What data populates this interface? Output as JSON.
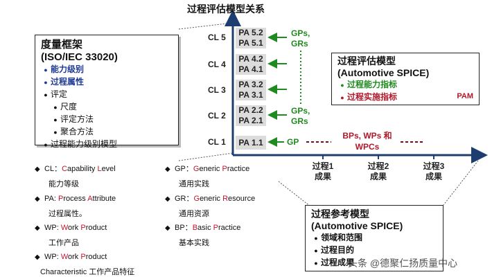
{
  "diagram_title": "过程评估模型关系",
  "framework_box": {
    "title_line1": "度量框架",
    "title_line2": "(ISO/IEC 33020)",
    "items": [
      "能力级别",
      "过程属性",
      "评定",
      "过程能力级别模型"
    ],
    "sub_items": [
      "尺度",
      "评定方法",
      "聚合方法"
    ]
  },
  "levels": [
    {
      "cl": "CL 5",
      "pa": [
        "PA 5.2",
        "PA 5.1"
      ]
    },
    {
      "cl": "CL 4",
      "pa": [
        "PA 4.2",
        "PA 4.1"
      ]
    },
    {
      "cl": "CL 3",
      "pa": [
        "PA 3.2",
        "PA 3.1"
      ]
    },
    {
      "cl": "CL 2",
      "pa": [
        "PA 2.2",
        "PA 2.1"
      ]
    },
    {
      "cl": "CL 1",
      "pa": [
        "PA 1.1"
      ]
    }
  ],
  "arrow_labels": {
    "top": [
      "GPs,",
      "GRs"
    ],
    "mid": [
      "GPs,",
      "GRs"
    ],
    "cl1": "GP"
  },
  "assessment_box": {
    "title_line1": "过程评估模型",
    "title_line2": "(Automotive SPICE)",
    "items": [
      "过程能力指标",
      "过程实施指标"
    ],
    "tag": "PAM"
  },
  "bp_label": [
    "BPs, WPs 和",
    "WPCs"
  ],
  "x_labels": [
    {
      "line1": "过程1",
      "line2": "成果"
    },
    {
      "line1": "过程2",
      "line2": "成果"
    },
    {
      "line1": "过程3",
      "line2": "成果"
    }
  ],
  "reference_box": {
    "title_line1": "过程参考模型",
    "title_line2": "(Automotive SPICE)",
    "items": [
      "领域和范围",
      "过程目的",
      "过程成果"
    ]
  },
  "legend_left": [
    {
      "prefix": "CL：",
      "r1": "C",
      "t1": "apability ",
      "r2": "L",
      "t2": "evel",
      "cn": "能力等级"
    },
    {
      "prefix": "PA: ",
      "r1": "P",
      "t1": "rocess ",
      "r2": "A",
      "t2": "ttribute",
      "cn": "过程属性。"
    },
    {
      "prefix": "WP: ",
      "r1": "W",
      "t1": "ork ",
      "r2": "P",
      "t2": "roduct",
      "cn": "工作产品"
    },
    {
      "prefix": "WP: ",
      "r1": "W",
      "t1": "ork ",
      "r2": "P",
      "t2": "roduct",
      "cn": "Characteristic  工作产品特征"
    }
  ],
  "legend_right": [
    {
      "prefix": "GP：",
      "r1": "G",
      "t1": "eneric ",
      "r2": "P",
      "t2": "ractice",
      "cn": "通用实践"
    },
    {
      "prefix": "GR：",
      "r1": "G",
      "t1": "eneric ",
      "r2": "R",
      "t2": "esource",
      "cn": "通用资源"
    },
    {
      "prefix": "BP：",
      "r1": "B",
      "t1": "asic ",
      "r2": "P",
      "t2": "ractice",
      "cn": "基本实践"
    }
  ],
  "watermark": "头条 @德聚仁扬质量中心",
  "colors": {
    "blue": "#1f3a93",
    "green": "#1f8a1f",
    "red": "#b0182a",
    "pa_fill": "#dcdcdc"
  }
}
